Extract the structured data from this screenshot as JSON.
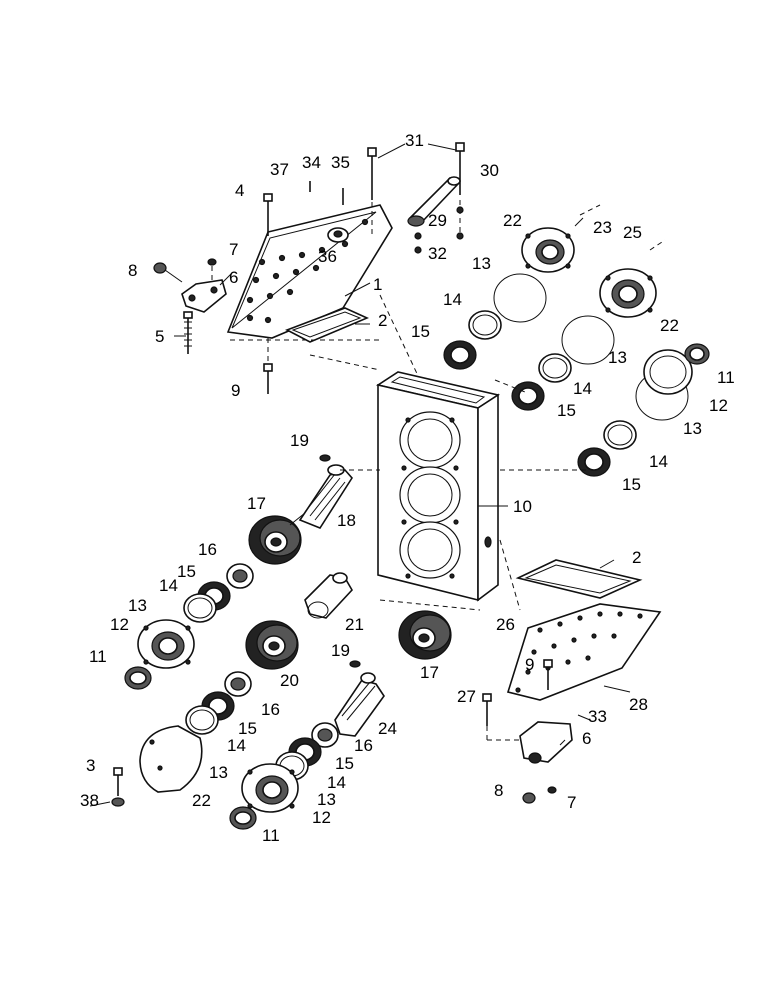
{
  "callouts": [
    {
      "id": "c31",
      "text": "31"
    },
    {
      "id": "c30",
      "text": "30"
    },
    {
      "id": "c34",
      "text": "34"
    },
    {
      "id": "c35",
      "text": "35"
    },
    {
      "id": "c37",
      "text": "37"
    },
    {
      "id": "c4",
      "text": "4"
    },
    {
      "id": "c22a",
      "text": "22"
    },
    {
      "id": "c23",
      "text": "23"
    },
    {
      "id": "c25",
      "text": "25"
    },
    {
      "id": "c29",
      "text": "29"
    },
    {
      "id": "c32",
      "text": "32"
    },
    {
      "id": "c7a",
      "text": "7"
    },
    {
      "id": "c36",
      "text": "36"
    },
    {
      "id": "c8a",
      "text": "8"
    },
    {
      "id": "c6a",
      "text": "6"
    },
    {
      "id": "c1",
      "text": "1"
    },
    {
      "id": "c13a",
      "text": "13"
    },
    {
      "id": "c14a",
      "text": "14"
    },
    {
      "id": "c22b",
      "text": "22"
    },
    {
      "id": "c5",
      "text": "5"
    },
    {
      "id": "c2a",
      "text": "2"
    },
    {
      "id": "c15a",
      "text": "15"
    },
    {
      "id": "c13b",
      "text": "13"
    },
    {
      "id": "c11a",
      "text": "11"
    },
    {
      "id": "c9a",
      "text": "9"
    },
    {
      "id": "c14b",
      "text": "14"
    },
    {
      "id": "c12a",
      "text": "12"
    },
    {
      "id": "c15b",
      "text": "15"
    },
    {
      "id": "c13c",
      "text": "13"
    },
    {
      "id": "c19a",
      "text": "19"
    },
    {
      "id": "c14c",
      "text": "14"
    },
    {
      "id": "c15c",
      "text": "15"
    },
    {
      "id": "c17a",
      "text": "17"
    },
    {
      "id": "c10",
      "text": "10"
    },
    {
      "id": "c18",
      "text": "18"
    },
    {
      "id": "c16a",
      "text": "16"
    },
    {
      "id": "c15d",
      "text": "15"
    },
    {
      "id": "c2b",
      "text": "2"
    },
    {
      "id": "c14d",
      "text": "14"
    },
    {
      "id": "c13d",
      "text": "13"
    },
    {
      "id": "c12b",
      "text": "12"
    },
    {
      "id": "c21",
      "text": "21"
    },
    {
      "id": "c26",
      "text": "26"
    },
    {
      "id": "c11b",
      "text": "11"
    },
    {
      "id": "c19b",
      "text": "19"
    },
    {
      "id": "c17b",
      "text": "17"
    },
    {
      "id": "c9b",
      "text": "9"
    },
    {
      "id": "c20",
      "text": "20"
    },
    {
      "id": "c16b",
      "text": "16"
    },
    {
      "id": "c27",
      "text": "27"
    },
    {
      "id": "c28",
      "text": "28"
    },
    {
      "id": "c24",
      "text": "24"
    },
    {
      "id": "c15e",
      "text": "15"
    },
    {
      "id": "c33",
      "text": "33"
    },
    {
      "id": "c14e",
      "text": "14"
    },
    {
      "id": "c16c",
      "text": "16"
    },
    {
      "id": "c6b",
      "text": "6"
    },
    {
      "id": "c3",
      "text": "3"
    },
    {
      "id": "c13e",
      "text": "13"
    },
    {
      "id": "c15f",
      "text": "15"
    },
    {
      "id": "c14f",
      "text": "14"
    },
    {
      "id": "c22c",
      "text": "22"
    },
    {
      "id": "c13f",
      "text": "13"
    },
    {
      "id": "c38",
      "text": "38"
    },
    {
      "id": "c8b",
      "text": "8"
    },
    {
      "id": "c7b",
      "text": "7"
    },
    {
      "id": "c12c",
      "text": "12"
    },
    {
      "id": "c11c",
      "text": "11"
    }
  ]
}
